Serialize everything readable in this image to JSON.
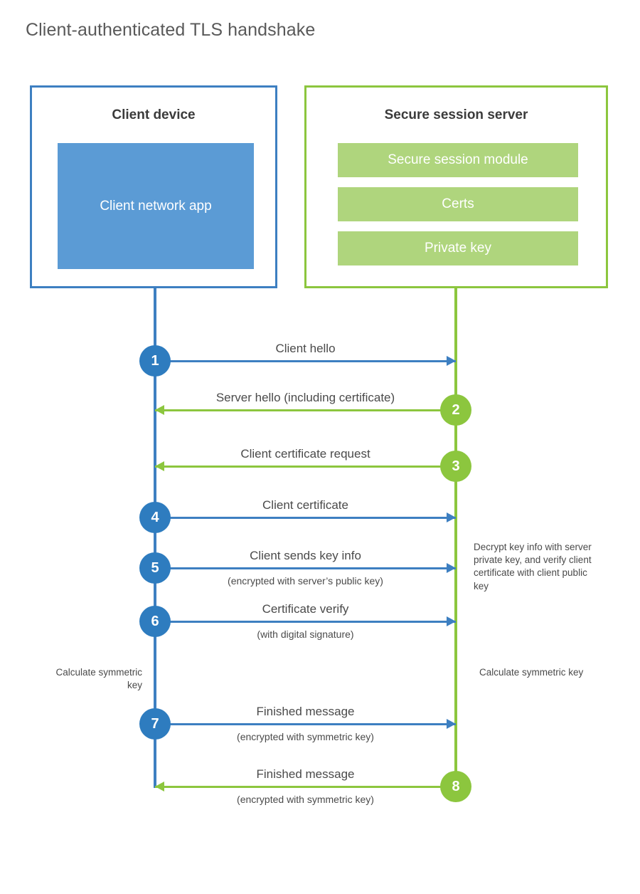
{
  "title": "Client-authenticated TLS handshake",
  "colors": {
    "client_blue": "#3d7fc1",
    "client_app_fill": "#5b9bd5",
    "step_blue": "#2e7cbf",
    "server_green": "#8cc63e",
    "server_bar_fill": "#afd57d",
    "text": "#4a4a4a",
    "title_text": "#595959",
    "background": "#ffffff"
  },
  "client": {
    "title": "Client device",
    "app_label": "Client network app"
  },
  "server": {
    "title": "Secure session server",
    "components": [
      "Secure session module",
      "Certs",
      "Private key"
    ]
  },
  "steps": [
    {
      "number": "1",
      "label": "Client hello",
      "sub": "",
      "direction": "client-to-server"
    },
    {
      "number": "2",
      "label": "Server hello (including certificate)",
      "sub": "",
      "direction": "server-to-client"
    },
    {
      "number": "3",
      "label": "Client certificate request",
      "sub": "",
      "direction": "server-to-client"
    },
    {
      "number": "4",
      "label": "Client certificate",
      "sub": "",
      "direction": "client-to-server"
    },
    {
      "number": "5",
      "label": "Client sends key info",
      "sub": "(encrypted with server’s public key)",
      "direction": "client-to-server"
    },
    {
      "number": "6",
      "label": "Certificate verify",
      "sub": "(with digital signature)",
      "direction": "client-to-server"
    },
    {
      "number": "7",
      "label": "Finished message",
      "sub": "(encrypted with symmetric key)",
      "direction": "client-to-server"
    },
    {
      "number": "8",
      "label": "Finished message",
      "sub": "(encrypted with symmetric key)",
      "direction": "server-to-client"
    }
  ],
  "notes": {
    "server_decrypt": "Decrypt key info with server private key, and verify client certificate with client public key",
    "client_calculate": "Calculate symmetric key",
    "server_calculate": "Calculate symmetric key"
  }
}
